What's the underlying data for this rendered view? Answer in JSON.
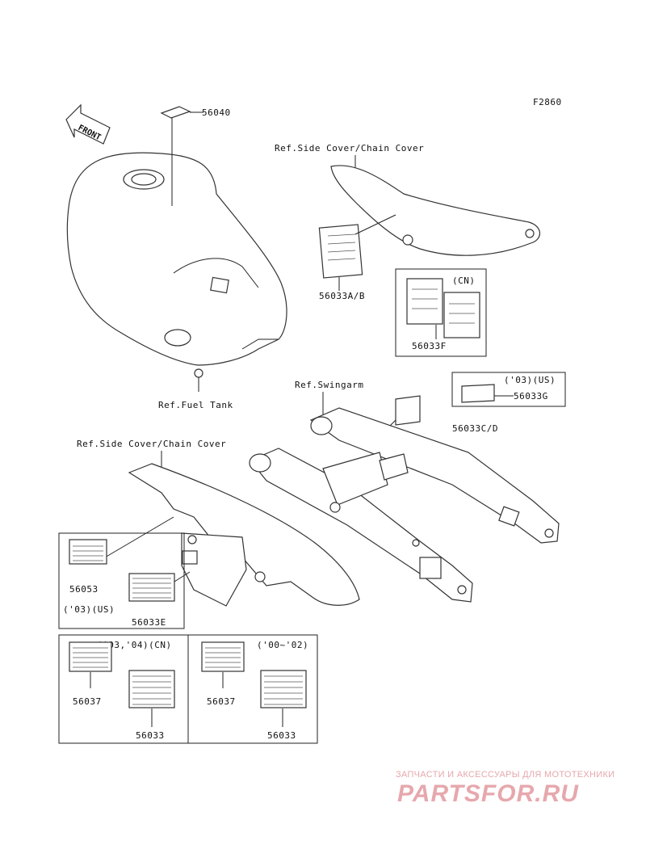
{
  "figure_code": "F2860",
  "front_arrow_text": "FRONT",
  "parts": {
    "p56040": "56040",
    "p56033AB": "56033A/B",
    "p56033F": "56033F",
    "p56033G": "56033G",
    "p56033CD": "56033C/D",
    "p56053": "56053",
    "p56033E": "56033E",
    "p56037_a": "56037",
    "p56033_a": "56033",
    "p56037_b": "56037",
    "p56033_b": "56033"
  },
  "refs": {
    "side_cover_top": "Ref.Side Cover/Chain Cover",
    "fuel_tank": "Ref.Fuel Tank",
    "swingarm": "Ref.Swingarm",
    "side_cover_left": "Ref.Side Cover/Chain Cover"
  },
  "notes": {
    "cn_box": "(CN)",
    "us_03_box": "('03)(US)",
    "us_03_left": "('03)(US)",
    "cn_03_04": "('03,'04)(CN)",
    "y00_02": "('00~'02)"
  },
  "watermark": {
    "subtitle": "ЗАПЧАСТИ И АКСЕССУАРЫ ДЛЯ МОТОТЕХНИКИ",
    "logo": "PARTSFOR.RU",
    "color": "#e6a8ad"
  }
}
